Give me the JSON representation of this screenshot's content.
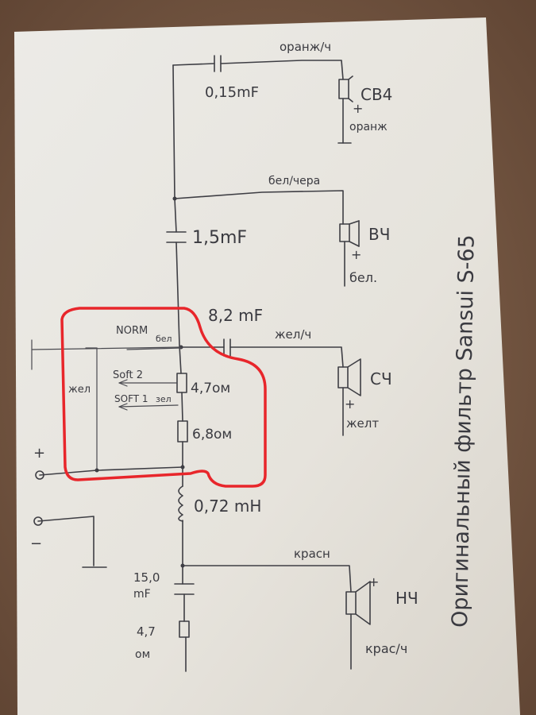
{
  "colors": {
    "desk": "#7a5a45",
    "paper": "#e9e6e0",
    "pencil": "#3e3e44",
    "highlight": "#e8262b"
  },
  "labels": {
    "orange_wire": "оранж/ч",
    "cap_015": "0,15mF",
    "cb4": "CB4",
    "orange": "оранж",
    "white_black": "бел/чера",
    "cap_15": "1,5mF",
    "b4": "BЧ",
    "white": "бел.",
    "cap_82": "8,2 mF",
    "norm": "NORM",
    "norm_wire": "бел",
    "yellow_black": "жел/ч",
    "soft2": "Soft 2",
    "soft1": "SOFT 1",
    "soft1_wire": "зел",
    "res_47": "4,7ом",
    "c4": "CЧ",
    "yellow_wire": "жел",
    "yellow": "желт",
    "res_68": "6,8ом",
    "ind_072": "0,72 mH",
    "red": "красн",
    "cap_150": "15,0",
    "cap_150_unit": "mF",
    "h4": "HЧ",
    "red_black": "крас/ч",
    "res_47b": "4,7",
    "res_47b_unit": "ом",
    "plus": "+",
    "minus": "−",
    "side_title": "Оригинальный фильтр Sansui S-65"
  }
}
